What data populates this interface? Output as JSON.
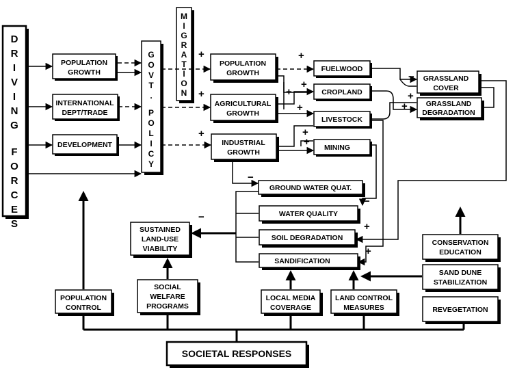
{
  "driving_forces": "DRIVING FORCES",
  "govt_policy": "GOVT. POLICY",
  "migration": "MIGRATION",
  "nodes": {
    "population_growth_1": [
      "POPULATION",
      "GROWTH"
    ],
    "international": [
      "INTERNATIONAL",
      "DEPT/TRADE"
    ],
    "development": [
      "DEVELOPMENT"
    ],
    "population_growth_2": [
      "POPULATION",
      "GROWTH"
    ],
    "agricultural_growth": [
      "AGRICULTURAL",
      "GROWTH"
    ],
    "industrial_growth": [
      "INDUSTRIAL",
      "GROWTH"
    ],
    "fuelwood": [
      "FUELWOOD"
    ],
    "cropland": [
      "CROPLAND"
    ],
    "livestock": [
      "LIVESTOCK"
    ],
    "mining": [
      "MINING"
    ],
    "grassland_cover": [
      "GRASSLAND",
      "COVER"
    ],
    "grassland_degradation": [
      "GRASSLAND",
      "DEGRADATION"
    ],
    "ground_water": [
      "GROUND WATER QUAT."
    ],
    "water_quality": [
      "WATER QUALITY"
    ],
    "soil_degradation": [
      "SOIL DEGRADATION"
    ],
    "sandification": [
      "SANDIFICATION"
    ],
    "sustained": [
      "SUSTAINED",
      "LAND-USE",
      "VIABILITY"
    ],
    "population_control": [
      "POPULATION",
      "CONTROL"
    ],
    "social_welfare": [
      "SOCIAL",
      "WELFARE",
      "PROGRAMS"
    ],
    "local_media": [
      "LOCAL MEDIA",
      "COVERAGE"
    ],
    "land_control": [
      "LAND CONTROL",
      "MEASURES"
    ],
    "conservation": [
      "CONSERVATION",
      "EDUCATION"
    ],
    "sand_dune": [
      "SAND DUNE",
      "STABILIZATION"
    ],
    "revegetation": [
      "REVEGETATION"
    ],
    "societal": [
      "SOCIETAL RESPONSES"
    ]
  },
  "signs": {
    "plus": "+",
    "minus": "−"
  }
}
